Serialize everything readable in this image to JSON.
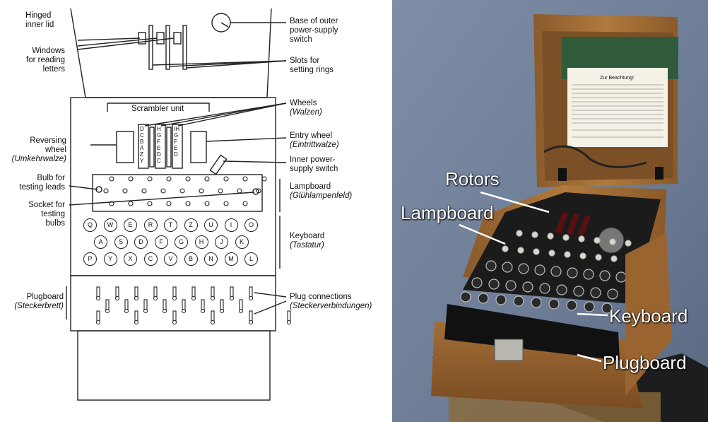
{
  "schematic": {
    "labels": {
      "hinged_lid": [
        "Hinged",
        "inner lid"
      ],
      "windows": [
        "Windows",
        "for reading",
        "letters"
      ],
      "base_switch": [
        "Base of outer",
        "power-supply",
        "switch"
      ],
      "slots": [
        "Slots for",
        "setting rings"
      ],
      "scrambler": "Scrambler unit",
      "wheels": [
        "Wheels",
        "(Walzen)"
      ],
      "reversing": [
        "Reversing",
        "wheel",
        "(Umkehrwalze)"
      ],
      "entry": [
        "Entry wheel",
        "(Eintrittwalze)"
      ],
      "inner_switch": [
        "Inner power-",
        "supply switch"
      ],
      "bulb": [
        "Bulb for",
        "testing leads"
      ],
      "lampboard": [
        "Lampboard",
        "(Glühlampenfeld)"
      ],
      "socket": [
        "Socket for",
        "testing",
        "bulbs"
      ],
      "keyboard": [
        "Keyboard",
        "(Tastatur)"
      ],
      "plugboard": [
        "Plugboard",
        "(Steckerbrett)"
      ],
      "plug_conn": [
        "Plug connections",
        "(Steckerverbindungen)"
      ]
    },
    "wheel_letters": [
      "DCBAZY",
      "HGFEDC",
      "IHGFED"
    ],
    "keyboard_rows": [
      [
        "Q",
        "W",
        "E",
        "R",
        "T",
        "Z",
        "U",
        "I",
        "O"
      ],
      [
        "A",
        "S",
        "D",
        "F",
        "G",
        "H",
        "J",
        "K"
      ],
      [
        "P",
        "Y",
        "X",
        "C",
        "V",
        "B",
        "N",
        "M",
        "L"
      ]
    ]
  },
  "photo": {
    "labels": {
      "rotors": "Rotors",
      "lampboard": "Lampboard",
      "keyboard": "Keyboard",
      "plugboard": "Plugboard"
    },
    "instruction_title": "Zur Beachtung!"
  }
}
